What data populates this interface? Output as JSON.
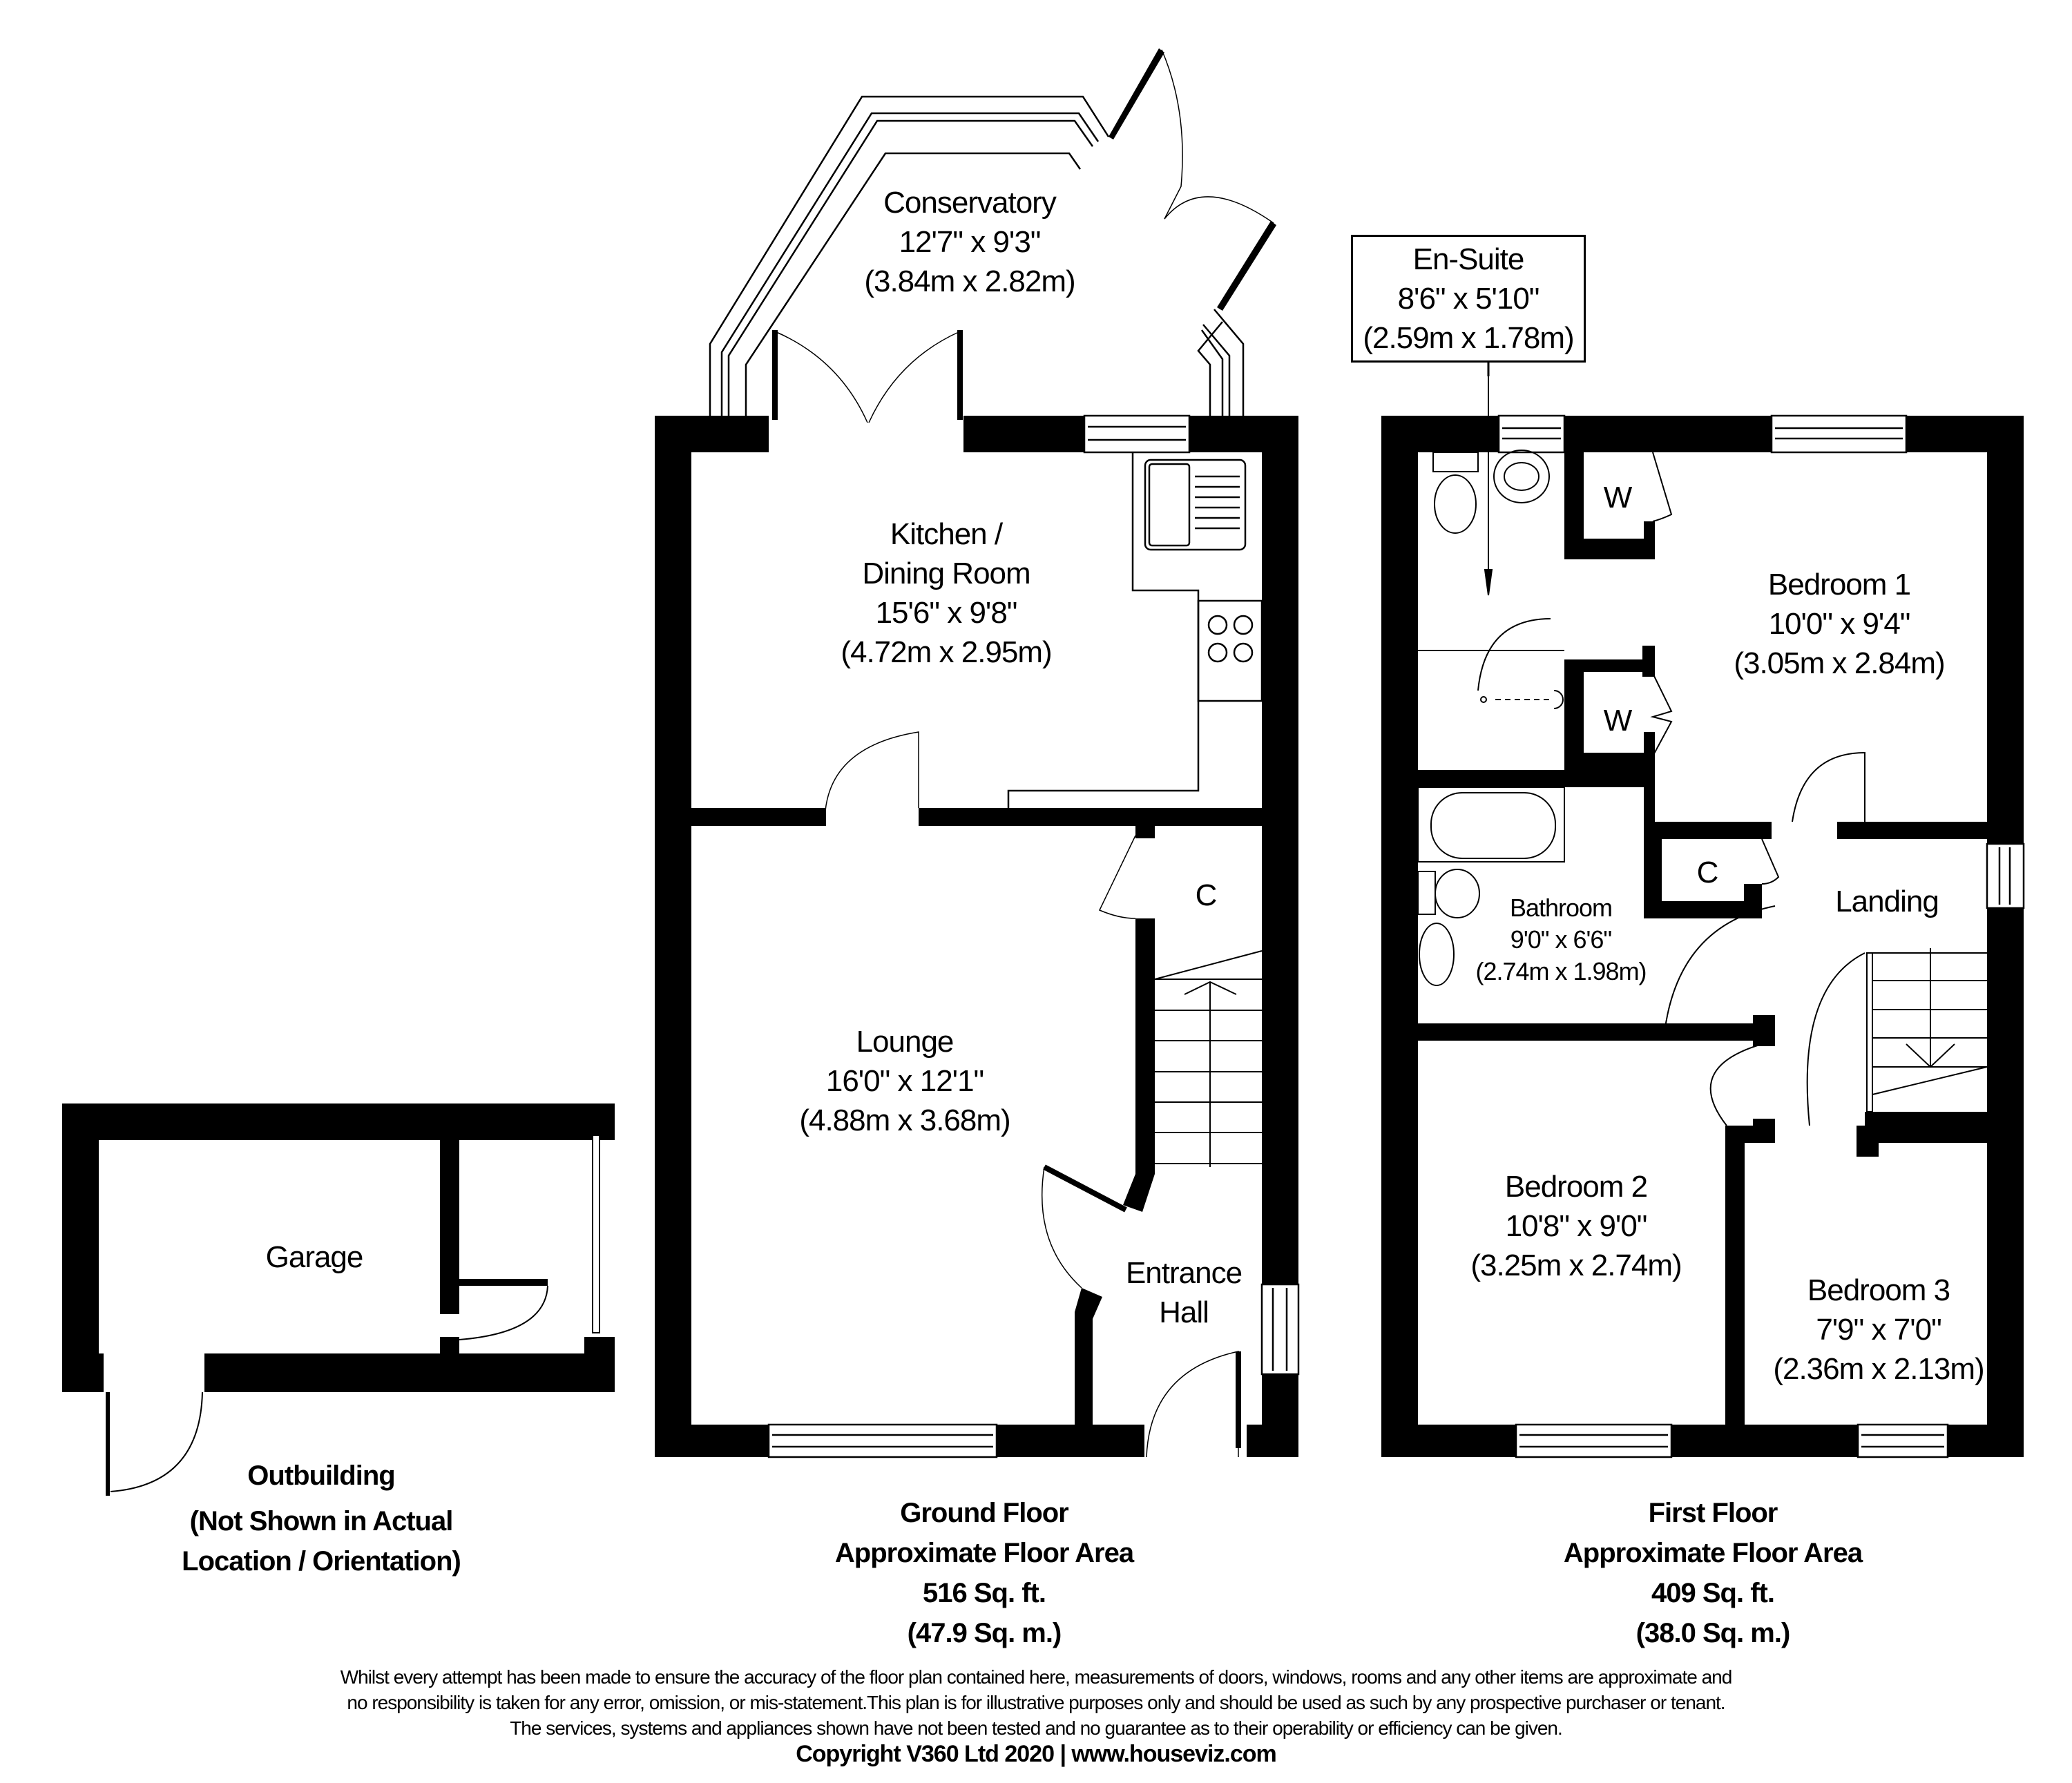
{
  "ground_floor": {
    "rooms": [
      {
        "name": "Conservatory",
        "imperial": "12'7\" x 9'3\"",
        "metric": "(3.84m x 2.82m)"
      },
      {
        "name": "Kitchen /",
        "name2": "Dining Room",
        "imperial": "15'6\" x 9'8\"",
        "metric": "(4.72m x 2.95m)"
      },
      {
        "name": "Lounge",
        "imperial": "16'0\" x 12'1\"",
        "metric": "(4.88m x 3.68m)"
      },
      {
        "name": "Entrance",
        "name2": "Hall"
      },
      {
        "name": "C"
      }
    ],
    "summary": {
      "title": "Ground Floor",
      "subtitle": "Approximate Floor Area",
      "sqft": "516 Sq. ft.",
      "sqm": "(47.9 Sq. m.)"
    }
  },
  "first_floor": {
    "rooms": [
      {
        "name": "En-Suite",
        "imperial": "8'6\" x 5'10\"",
        "metric": "(2.59m x 1.78m)"
      },
      {
        "name": "Bedroom 1",
        "imperial": "10'0\" x 9'4\"",
        "metric": "(3.05m x 2.84m)"
      },
      {
        "name": "Bathroom",
        "imperial": "9'0\" x 6'6\"",
        "metric": "(2.74m x 1.98m)"
      },
      {
        "name": "Landing"
      },
      {
        "name": "Bedroom 2",
        "imperial": "10'8\" x 9'0\"",
        "metric": "(3.25m x 2.74m)"
      },
      {
        "name": "Bedroom 3",
        "imperial": "7'9\" x 7'0\"",
        "metric": "(2.36m x 2.13m)"
      },
      {
        "name": "W"
      },
      {
        "name": "W"
      },
      {
        "name": "C"
      }
    ],
    "summary": {
      "title": "First Floor",
      "subtitle": "Approximate Floor Area",
      "sqft": "409 Sq. ft.",
      "sqm": "(38.0 Sq. m.)"
    }
  },
  "outbuilding": {
    "rooms": [
      {
        "name": "Garage"
      }
    ],
    "title": "Outbuilding",
    "note_line1": "(Not Shown in Actual",
    "note_line2": "Location / Orientation)"
  },
  "footer": {
    "disclaimer_line1": "Whilst every attempt has been made to ensure the accuracy of the floor plan contained here, measurements of doors, windows, rooms and any other items are approximate and",
    "disclaimer_line2": "no responsibility is taken for any error, omission, or mis-statement.This plan is for illustrative purposes only and should be used as such by any prospective purchaser or tenant.",
    "disclaimer_line3": "The services, systems and appliances shown have not been tested and no guarantee as to their operability or efficiency can be given.",
    "copyright": "Copyright V360 Ltd 2020 | www.houseviz.com"
  },
  "colors": {
    "wall": "#000000",
    "background": "#ffffff"
  }
}
